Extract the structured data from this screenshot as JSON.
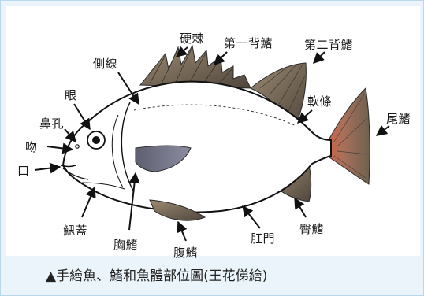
{
  "labels": {
    "spines": "硬棘",
    "first_dorsal": "第一背鰭",
    "second_dorsal": "第二背鰭",
    "lateral_line": "側線",
    "eye": "眼",
    "nostril": "鼻孔",
    "snout": "吻",
    "mouth": "口",
    "soft_rays": "軟條",
    "caudal_fin": "尾鰭",
    "gill_cover": "鰓蓋",
    "pectoral_fin": "胸鰭",
    "pelvic_fin": "腹鰭",
    "anus": "肛門",
    "anal_fin": "臀鰭"
  },
  "caption": "▲手繪魚、鰭和魚體部位圖(王花俤繪)",
  "colors": {
    "fin_fill": "#8a7a66",
    "fin_dark": "#5e5143",
    "tail_red": "#c9654a",
    "pectoral_fill": "#6f6f82",
    "outline": "#111111",
    "frame_bg": "#eaf4fa",
    "frame_border": "#b9d7ea"
  }
}
